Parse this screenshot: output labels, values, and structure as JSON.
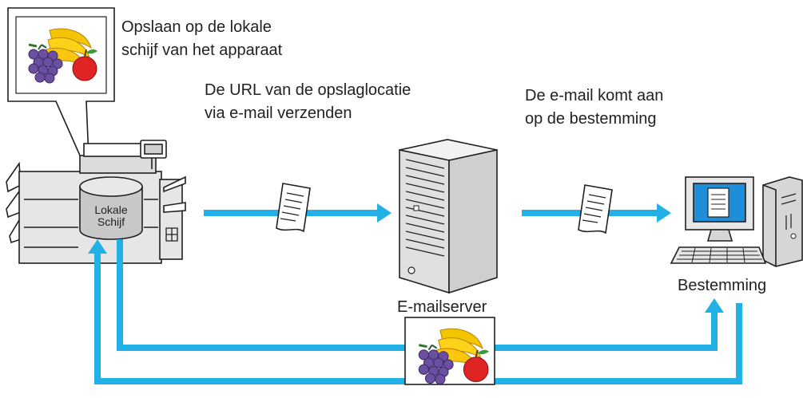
{
  "labels": {
    "local_storage": [
      "Opslaan op de lokale",
      "schijf van het apparaat"
    ],
    "send_url": [
      "De URL van de opslaglocatie",
      "via e-mail verzenden"
    ],
    "arrives": [
      "De e-mail komt aan",
      "op de bestemming"
    ],
    "server": "E-mailserver",
    "destination": "Bestemming",
    "disk": [
      "Lokale",
      "Schijf"
    ]
  },
  "colors": {
    "arrow": "#22b1e6",
    "line": "#231f20",
    "fill_light": "#ececec",
    "fill_mid": "#c8c8c8",
    "screen": "#1e8ed8"
  }
}
